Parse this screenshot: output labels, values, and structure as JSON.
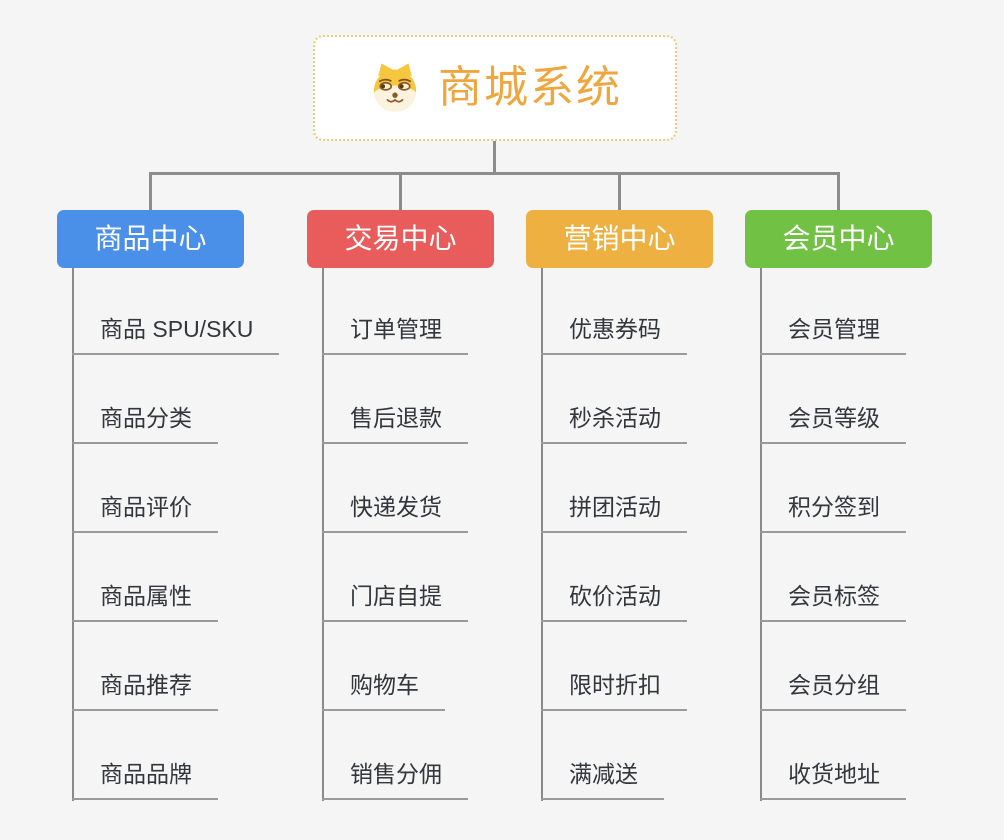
{
  "root": {
    "title": "商城系统",
    "icon": "dog-face-icon",
    "title_color": "#F0A63E",
    "border_color": "#F0C97E"
  },
  "connector_color": "#8C8C8C",
  "branches": [
    {
      "label": "商品中心",
      "color": "#4A8FE8",
      "children": [
        "商品 SPU/SKU",
        "商品分类",
        "商品评价",
        "商品属性",
        "商品推荐",
        "商品品牌"
      ]
    },
    {
      "label": "交易中心",
      "color": "#E85C5C",
      "children": [
        "订单管理",
        "售后退款",
        "快递发货",
        "门店自提",
        "购物车",
        "销售分佣"
      ]
    },
    {
      "label": "营销中心",
      "color": "#EEB040",
      "children": [
        "优惠券码",
        "秒杀活动",
        "拼团活动",
        "砍价活动",
        "限时折扣",
        "满减送"
      ]
    },
    {
      "label": "会员中心",
      "color": "#71C145",
      "children": [
        "会员管理",
        "会员等级",
        "积分签到",
        "会员标签",
        "会员分组",
        "收货地址"
      ]
    }
  ]
}
